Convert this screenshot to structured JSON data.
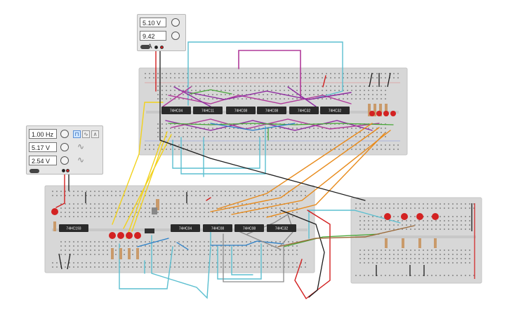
{
  "power_supply": {
    "voltage": "5.10 V",
    "current": "9.42 mA"
  },
  "function_generator": {
    "frequency": "1.00 Hz",
    "amplitude": "5.17 V",
    "dc_offset": "2.54 V",
    "waveforms": [
      "square",
      "sine",
      "triangle"
    ],
    "selected_waveform": "square"
  },
  "chips_top": [
    "74HC04",
    "74HC11",
    "74HC08",
    "74HC08",
    "74HC32",
    "74HC32"
  ],
  "chips_bottom": [
    "74HC193",
    "74HC04",
    "74HC08",
    "74HC08",
    "74HC32"
  ],
  "colors": {
    "breadboard": "#d7d7d7",
    "wire_purple": "#8e2aa0",
    "wire_magenta": "#b03a9a",
    "wire_cyan": "#5bbfd0",
    "wire_yellow": "#f2d21c",
    "wire_orange": "#e88a1a",
    "wire_green": "#48a838",
    "wire_blue": "#2a7fc8",
    "wire_red": "#d21e1e",
    "wire_black": "#1c1c1c",
    "wire_brown": "#9b6a3a",
    "wire_gray": "#8a8a8a",
    "led_red": "#d32222"
  }
}
